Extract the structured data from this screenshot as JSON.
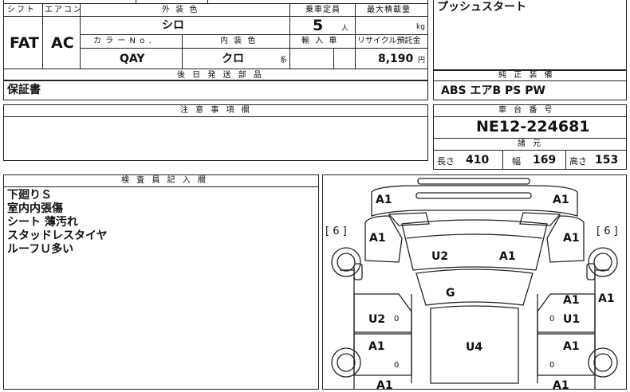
{
  "top_table": {
    "shift_label": "シフト",
    "aircon_label": "エアコン",
    "ext_color_label": "外 装 色",
    "capacity_label": "乗車定員",
    "max_load_label": "最大積載量",
    "shift_value": "FAT",
    "aircon_value": "AC",
    "ext_color_value": "シロ",
    "capacity_value": "5",
    "capacity_unit": "人",
    "max_load_unit": "kg",
    "color_no_label": "カ ラ ー N o .",
    "int_color_label": "内 装 色",
    "import_label": "輸 入 車",
    "recycle_label": "リサイクル預託金",
    "color_no_value": "QAY",
    "int_color_value": "クロ",
    "int_color_suffix": "系",
    "recycle_value": "8,190",
    "recycle_unit": "円",
    "later_parts_label": "後 日 発 送 部 品",
    "later_parts_value": "保証書"
  },
  "features_box": {
    "text": "プッシュスタート"
  },
  "equipment": {
    "label": "純 正 装 備",
    "value": "ABS エアB PS PW"
  },
  "caution": {
    "label": "注 意 事 項 欄"
  },
  "chassis": {
    "label": "車 台 番 号",
    "value": "NE12-224681",
    "spec_label": "諸 元",
    "length_label": "長さ",
    "length_value": "410",
    "width_label": "幅",
    "width_value": "169",
    "height_label": "高さ",
    "height_value": "153"
  },
  "inspector": {
    "label": "検 査 員 記 入 欄",
    "notes": [
      "下廻りＳ",
      "室内内張傷",
      "シート 薄汚れ",
      "スタッドレスタイヤ",
      "ルーフＵ多い"
    ]
  },
  "diagram": {
    "tire_left": "[ 6 ]",
    "tire_right": "[ 6 ]",
    "marks": {
      "front_left": "A1",
      "front_right": "A1",
      "fender_left": "A1",
      "fender_right": "A1",
      "hood_left": "U2",
      "hood_right": "A1",
      "windshield": "G",
      "front_door_left": "U2",
      "front_door_right_a": "A1",
      "front_door_right_u": "U1",
      "pillar_right": "A1",
      "roof": "U4",
      "rear_door_left": "A1",
      "rear_door_right": "A1",
      "rear_left": "A1",
      "rear_right": "A1"
    },
    "zero": "0"
  }
}
